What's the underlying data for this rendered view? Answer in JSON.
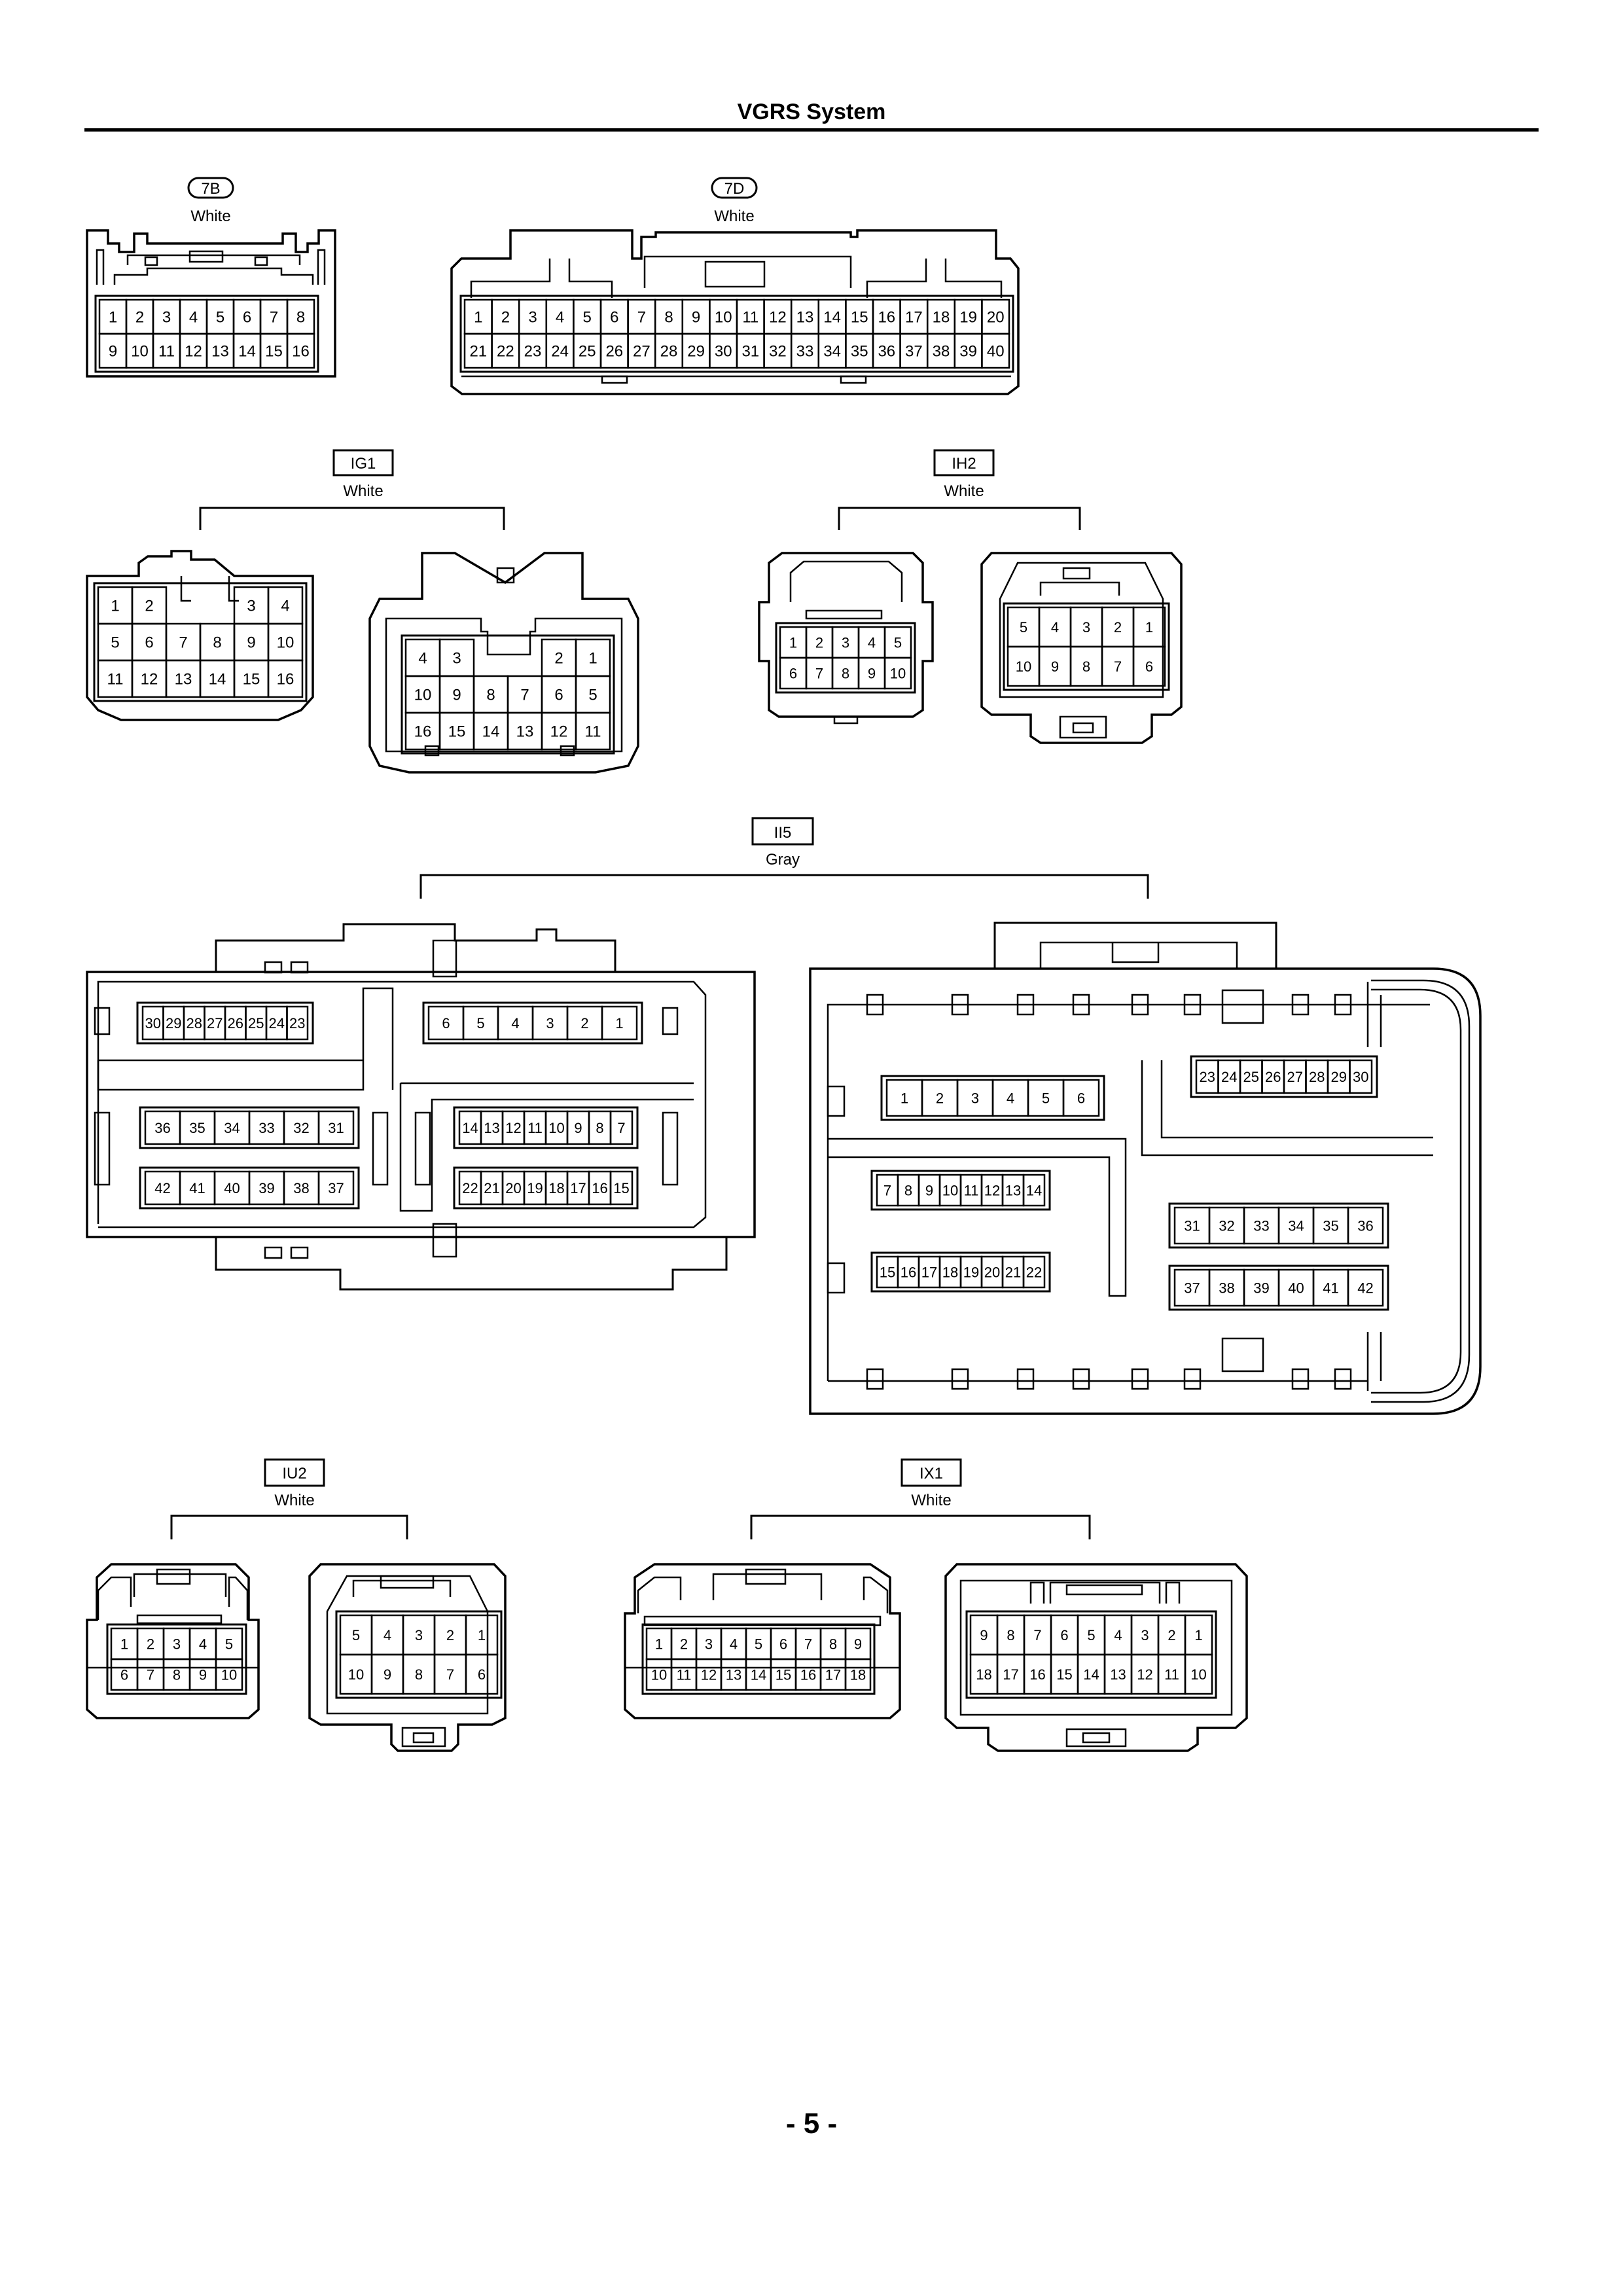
{
  "header": {
    "title": "VGRS System"
  },
  "footer": {
    "page": "- 5 -"
  },
  "connectors": [
    {
      "code": "7B",
      "color": "White",
      "code_style": "rounded",
      "views": [
        {
          "rows": [
            [
              "1",
              "2",
              "3",
              "4",
              "5",
              "6",
              "7",
              "8"
            ],
            [
              "9",
              "10",
              "11",
              "12",
              "13",
              "14",
              "15",
              "16"
            ]
          ]
        }
      ]
    },
    {
      "code": "7D",
      "color": "White",
      "code_style": "rounded",
      "views": [
        {
          "rows": [
            [
              "1",
              "2",
              "3",
              "4",
              "5",
              "6",
              "7",
              "8",
              "9",
              "10",
              "11",
              "12",
              "13",
              "14",
              "15",
              "16",
              "17",
              "18",
              "19",
              "20"
            ],
            [
              "21",
              "22",
              "23",
              "24",
              "25",
              "26",
              "27",
              "28",
              "29",
              "30",
              "31",
              "32",
              "33",
              "34",
              "35",
              "36",
              "37",
              "38",
              "39",
              "40"
            ]
          ]
        }
      ]
    },
    {
      "code": "IG1",
      "color": "White",
      "code_style": "box",
      "views": [
        {
          "rows": [
            [
              "1",
              "2",
              "",
              "",
              "3",
              "4"
            ],
            [
              "5",
              "6",
              "7",
              "8",
              "9",
              "10"
            ],
            [
              "11",
              "12",
              "13",
              "14",
              "15",
              "16"
            ]
          ]
        },
        {
          "rows": [
            [
              "4",
              "3",
              "",
              "",
              "2",
              "1"
            ],
            [
              "10",
              "9",
              "8",
              "7",
              "6",
              "5"
            ],
            [
              "16",
              "15",
              "14",
              "13",
              "12",
              "11"
            ]
          ]
        }
      ]
    },
    {
      "code": "IH2",
      "color": "White",
      "code_style": "box",
      "views": [
        {
          "rows": [
            [
              "1",
              "2",
              "3",
              "4",
              "5"
            ],
            [
              "6",
              "7",
              "8",
              "9",
              "10"
            ]
          ]
        },
        {
          "rows": [
            [
              "5",
              "4",
              "3",
              "2",
              "1"
            ],
            [
              "10",
              "9",
              "8",
              "7",
              "6"
            ]
          ]
        }
      ]
    },
    {
      "code": "II5",
      "color": "Gray",
      "code_style": "box",
      "views": [
        {
          "blocks": [
            [
              "30",
              "29",
              "28",
              "27",
              "26",
              "25",
              "24",
              "23"
            ],
            [
              "6",
              "5",
              "4",
              "3",
              "2",
              "1"
            ],
            [
              "36",
              "35",
              "34",
              "33",
              "32",
              "31"
            ],
            [
              "14",
              "13",
              "12",
              "11",
              "10",
              "9",
              "8",
              "7"
            ],
            [
              "42",
              "41",
              "40",
              "39",
              "38",
              "37"
            ],
            [
              "22",
              "21",
              "20",
              "19",
              "18",
              "17",
              "16",
              "15"
            ]
          ]
        },
        {
          "blocks": [
            [
              "23",
              "24",
              "25",
              "26",
              "27",
              "28",
              "29",
              "30"
            ],
            [
              "1",
              "2",
              "3",
              "4",
              "5",
              "6"
            ],
            [
              "7",
              "8",
              "9",
              "10",
              "11",
              "12",
              "13",
              "14"
            ],
            [
              "31",
              "32",
              "33",
              "34",
              "35",
              "36"
            ],
            [
              "15",
              "16",
              "17",
              "18",
              "19",
              "20",
              "21",
              "22"
            ],
            [
              "37",
              "38",
              "39",
              "40",
              "41",
              "42"
            ]
          ]
        }
      ]
    },
    {
      "code": "IU2",
      "color": "White",
      "code_style": "box",
      "views": [
        {
          "rows": [
            [
              "1",
              "2",
              "3",
              "4",
              "5"
            ],
            [
              "6",
              "7",
              "8",
              "9",
              "10"
            ]
          ]
        },
        {
          "rows": [
            [
              "5",
              "4",
              "3",
              "2",
              "1"
            ],
            [
              "10",
              "9",
              "8",
              "7",
              "6"
            ]
          ]
        }
      ]
    },
    {
      "code": "IX1",
      "color": "White",
      "code_style": "box",
      "views": [
        {
          "rows": [
            [
              "1",
              "2",
              "3",
              "4",
              "5",
              "6",
              "7",
              "8",
              "9"
            ],
            [
              "10",
              "11",
              "12",
              "13",
              "14",
              "15",
              "16",
              "17",
              "18"
            ]
          ]
        },
        {
          "rows": [
            [
              "9",
              "8",
              "7",
              "6",
              "5",
              "4",
              "3",
              "2",
              "1"
            ],
            [
              "18",
              "17",
              "16",
              "15",
              "14",
              "13",
              "12",
              "11",
              "10"
            ]
          ]
        }
      ]
    }
  ]
}
